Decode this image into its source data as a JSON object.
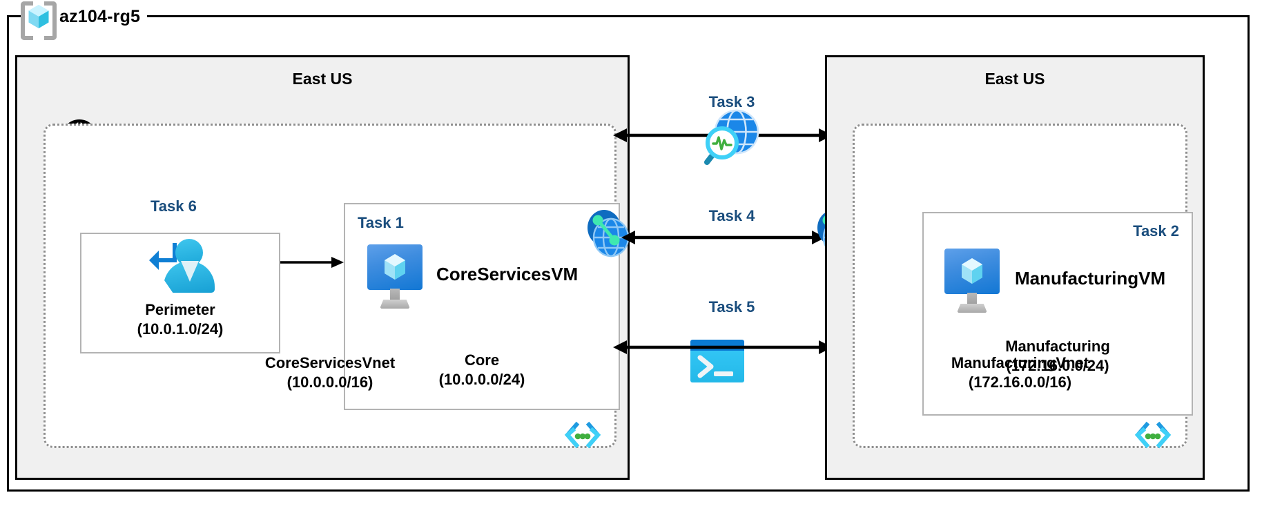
{
  "resource_group": {
    "title": "az104-rg5",
    "icon": "resource-group-cube-icon"
  },
  "regions": [
    {
      "id": "left",
      "title": "East US"
    },
    {
      "id": "right",
      "title": "East US"
    }
  ],
  "vnets": [
    {
      "id": "coreservices",
      "name": "CoreServicesVnet",
      "address_space": "(10.0.0.0/16)",
      "corner_icon": "code-brackets-icon"
    },
    {
      "id": "manufacturing",
      "name": "ManufacturingVnet",
      "address_space": "(172.16.0.0/16)",
      "corner_icon": "code-brackets-icon"
    }
  ],
  "subnets": [
    {
      "id": "perimeter",
      "task": "Task 6",
      "name": "Perimeter",
      "address_space": "(10.0.1.0/24)",
      "icon": "user-return-icon"
    },
    {
      "id": "core",
      "task": "Task 1",
      "name": "Core",
      "address_space": "(10.0.0.0/24)",
      "vm_name": "CoreServicesVM",
      "icon": "virtual-machine-icon"
    },
    {
      "id": "manufacturing",
      "task": "Task 2",
      "name": "Manufacturing",
      "address_space": "(172.16.0.0/24)",
      "vm_name": "ManufacturingVM",
      "icon": "virtual-machine-icon"
    }
  ],
  "middle_tasks": [
    {
      "id": "task3",
      "label": "Task 3",
      "icon": "network-watcher-icon"
    },
    {
      "id": "task4",
      "label": "Task 4",
      "icon": "vnet-peering-icon"
    },
    {
      "id": "task5",
      "label": "Task 5",
      "icon": "cloud-shell-icon"
    }
  ],
  "icons": {
    "internet": "internet-globe-icon",
    "peering_left": "vnet-peering-icon",
    "peering_right": "vnet-peering-icon"
  },
  "colors": {
    "task_label": "#1a4d7d",
    "region_fill": "#f0f0f0",
    "vnet_border": "#8f8f8f",
    "azure_blue": "#1277d4",
    "cyan": "#32c5f4",
    "green_dot": "#3faf3f"
  }
}
